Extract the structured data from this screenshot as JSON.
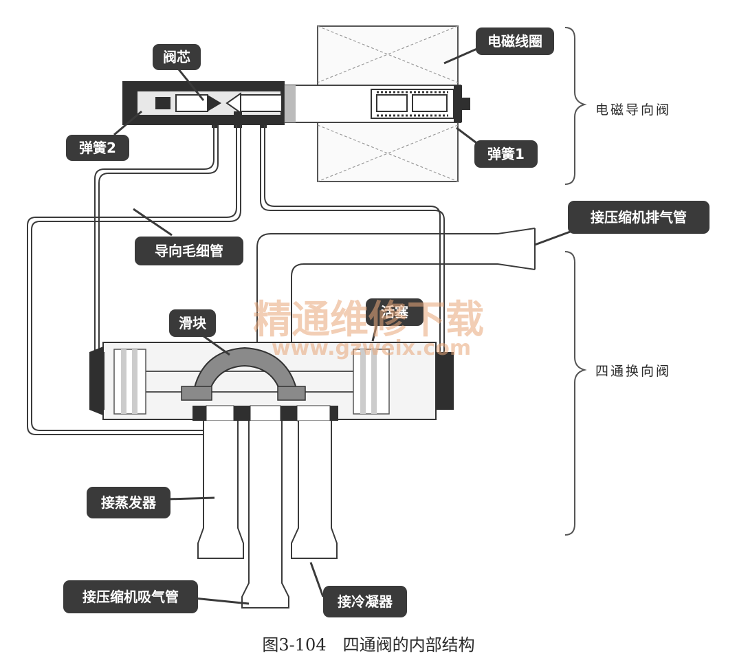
{
  "labels": {
    "valve_core": "阀芯",
    "spring2": "弹簧2",
    "coil": "电磁线圈",
    "spring1": "弹簧1",
    "pilot_capillary": "导向毛细管",
    "to_compressor_discharge": "接压缩机排气管",
    "slider": "滑块",
    "piston": "活塞",
    "to_evaporator": "接蒸发器",
    "to_compressor_suction": "接压缩机吸气管",
    "to_condenser": "接冷凝器"
  },
  "sections": {
    "solenoid_pilot_valve": "电磁导向阀",
    "four_way_valve": "四通换向阀"
  },
  "caption": "图3-104　四通阀的内部结构",
  "watermark": {
    "main": "精通维修下载",
    "url": "www.gzweix.com"
  },
  "colors": {
    "callout_bg": "#3a3a3a",
    "line": "#3a3a3a",
    "watermark": "#e9a77a"
  }
}
